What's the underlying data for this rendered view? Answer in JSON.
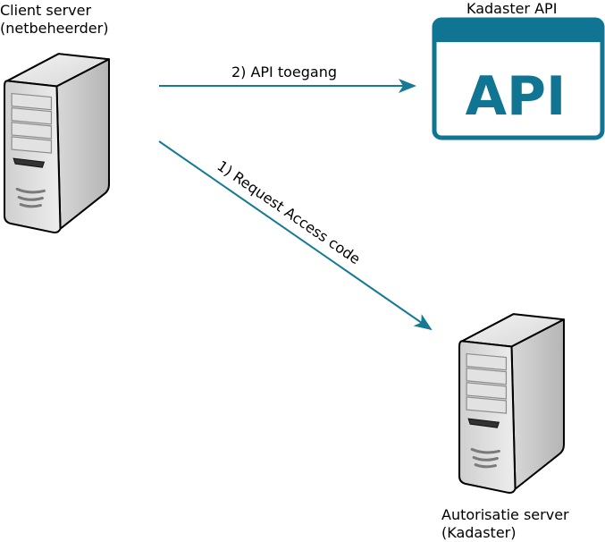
{
  "nodes": {
    "client": {
      "line1": "Client server",
      "line2": "(netbeheerder)",
      "icon": "server-icon"
    },
    "api": {
      "title": "Kadaster API",
      "logo_text": "API",
      "icon": "api-window-icon"
    },
    "auth": {
      "line1": "Autorisatie server",
      "line2": "(Kadaster)",
      "icon": "server-icon"
    }
  },
  "edges": {
    "api_access": {
      "label": "2) API toegang"
    },
    "request_code": {
      "label": "1) Request Access code"
    }
  },
  "colors": {
    "accent": "#0f7592",
    "arrow": "#157a93"
  }
}
